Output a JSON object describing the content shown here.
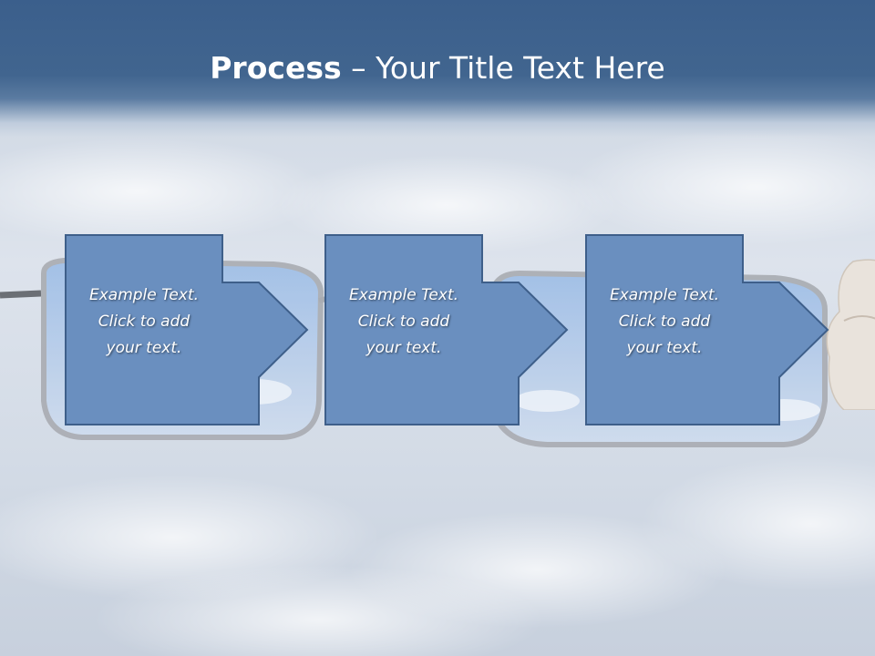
{
  "slide": {
    "title_bold": "Process",
    "title_rest": " – Your Title Text Here"
  },
  "steps": [
    {
      "line1": "Example Text.",
      "line2": "Click  to add",
      "line3": "your text."
    },
    {
      "line1": "Example Text.",
      "line2": "Click  to add",
      "line3": "your text."
    },
    {
      "line1": "Example Text.",
      "line2": "Click  to add",
      "line3": "your text."
    }
  ],
  "colors": {
    "header": "#41658f",
    "box_fill": "#6a8fbf",
    "box_stroke": "#3e5f8a",
    "title_text": "#ffffff"
  }
}
